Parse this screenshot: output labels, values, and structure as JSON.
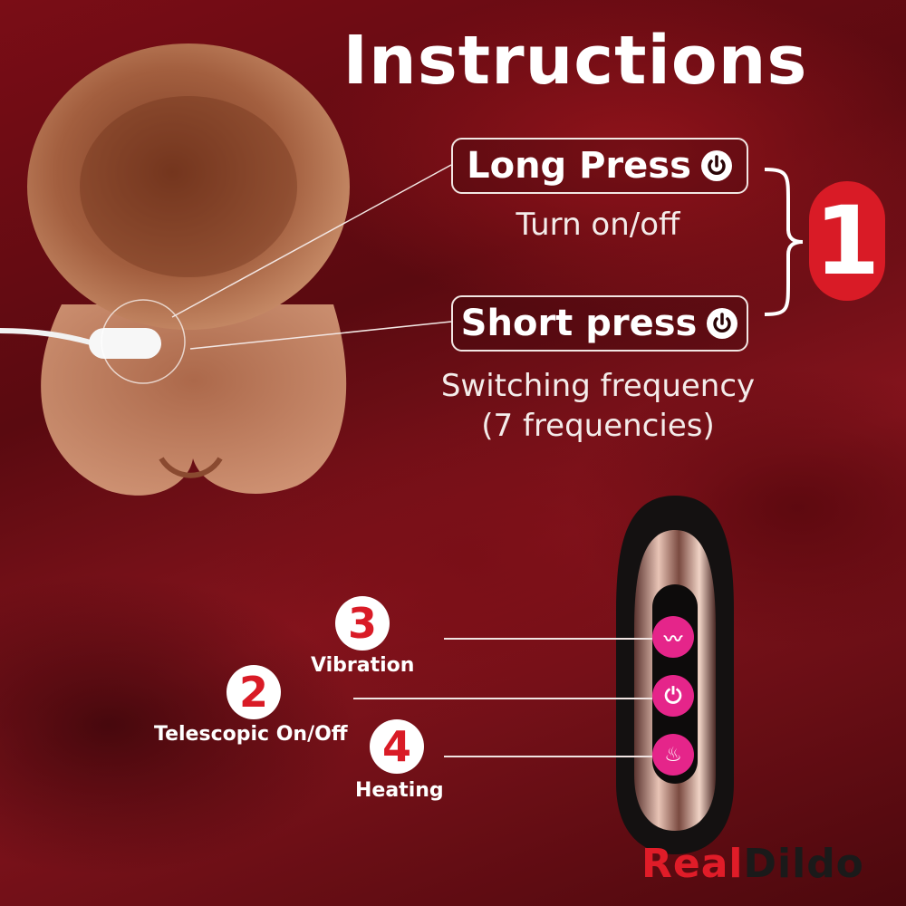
{
  "title": "Instructions",
  "long_press": {
    "label": "Long Press",
    "desc": "Turn on/off"
  },
  "short_press": {
    "label": "Short press",
    "desc_line1": "Switching frequency",
    "desc_line2": "(7 frequencies)"
  },
  "step_one": "1",
  "buttons": [
    {
      "number": "3",
      "label": "Vibration",
      "icon": "vibration-icon"
    },
    {
      "number": "2",
      "label": "Telescopic On/Off",
      "icon": "power-icon"
    },
    {
      "number": "4",
      "label": "Heating",
      "icon": "flame-icon"
    }
  ],
  "brand": {
    "part1": "Real",
    "part2": "Dildo"
  },
  "colors": {
    "accent_red": "#d91b26",
    "button_pink": "#e5258a",
    "bg_dark_red": "#6a0b12"
  }
}
